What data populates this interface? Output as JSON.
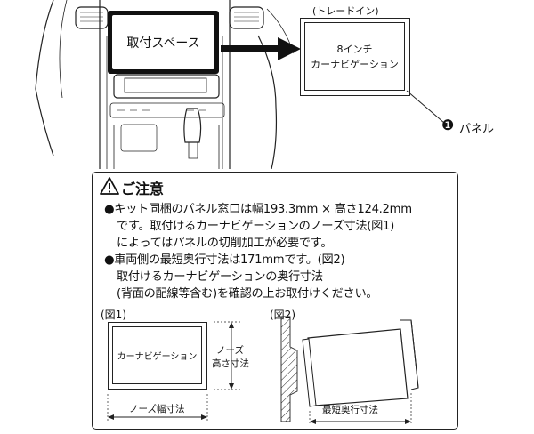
{
  "top": {
    "space_label": "取付スペース",
    "tradein_caption": "(トレードイン)",
    "navi_line1": "8インチ",
    "navi_line2": "カーナビゲーション",
    "panel_number": "❶",
    "panel_label": "パネル"
  },
  "notice": {
    "title": "ご注意",
    "lines": [
      "●キット同梱のパネル窓口は幅193.3mm × 高さ124.2mm",
      "です。取付けるカーナビゲーションのノーズ寸法(図1)",
      "によってはパネルの切削加工が必要です。",
      "●車両側の最短奥行寸法は171mmです。(図2)",
      "取付けるカーナビゲーションの奥行寸法",
      "(背面の配線等含む)を確認の上お取付けください。"
    ],
    "fig1": {
      "caption": "(図1)",
      "navi_label": "カーナビゲーション",
      "height_label_1": "ノーズ",
      "height_label_2": "高さ寸法",
      "width_label": "ノーズ幅寸法"
    },
    "fig2": {
      "caption": "(図2)",
      "depth_label": "最短奥行寸法"
    }
  }
}
